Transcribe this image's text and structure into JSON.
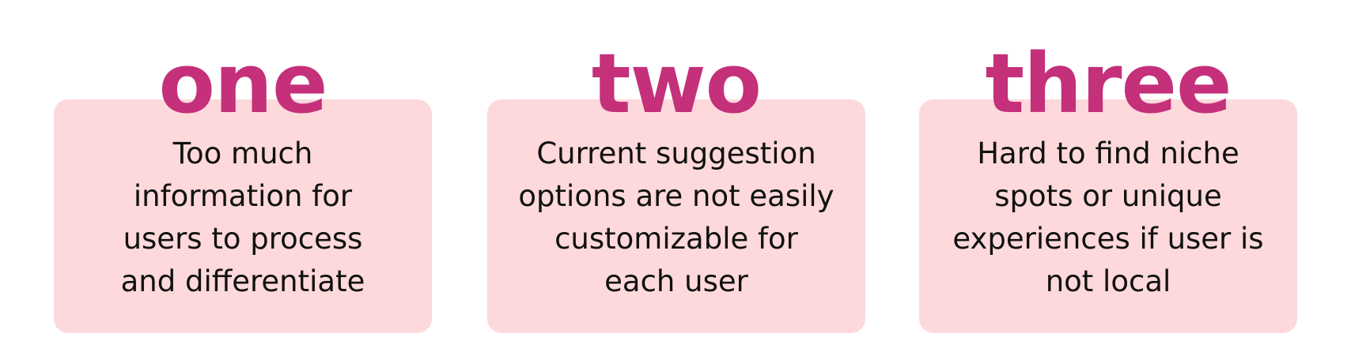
{
  "cards": [
    {
      "number": "one",
      "lines": [
        "Too much",
        "information for",
        "users to process",
        "and differentiate"
      ]
    },
    {
      "number": "two",
      "lines": [
        "Current suggestion",
        "options are not easily",
        "customizable for",
        "each user"
      ]
    },
    {
      "number": "three",
      "lines": [
        "Hard to find niche",
        "spots or unique",
        "experiences if user is",
        "not local"
      ]
    }
  ],
  "colors": {
    "number_text": "#c4307a",
    "card_background": "#fdd9db",
    "body_text": "#111111"
  }
}
